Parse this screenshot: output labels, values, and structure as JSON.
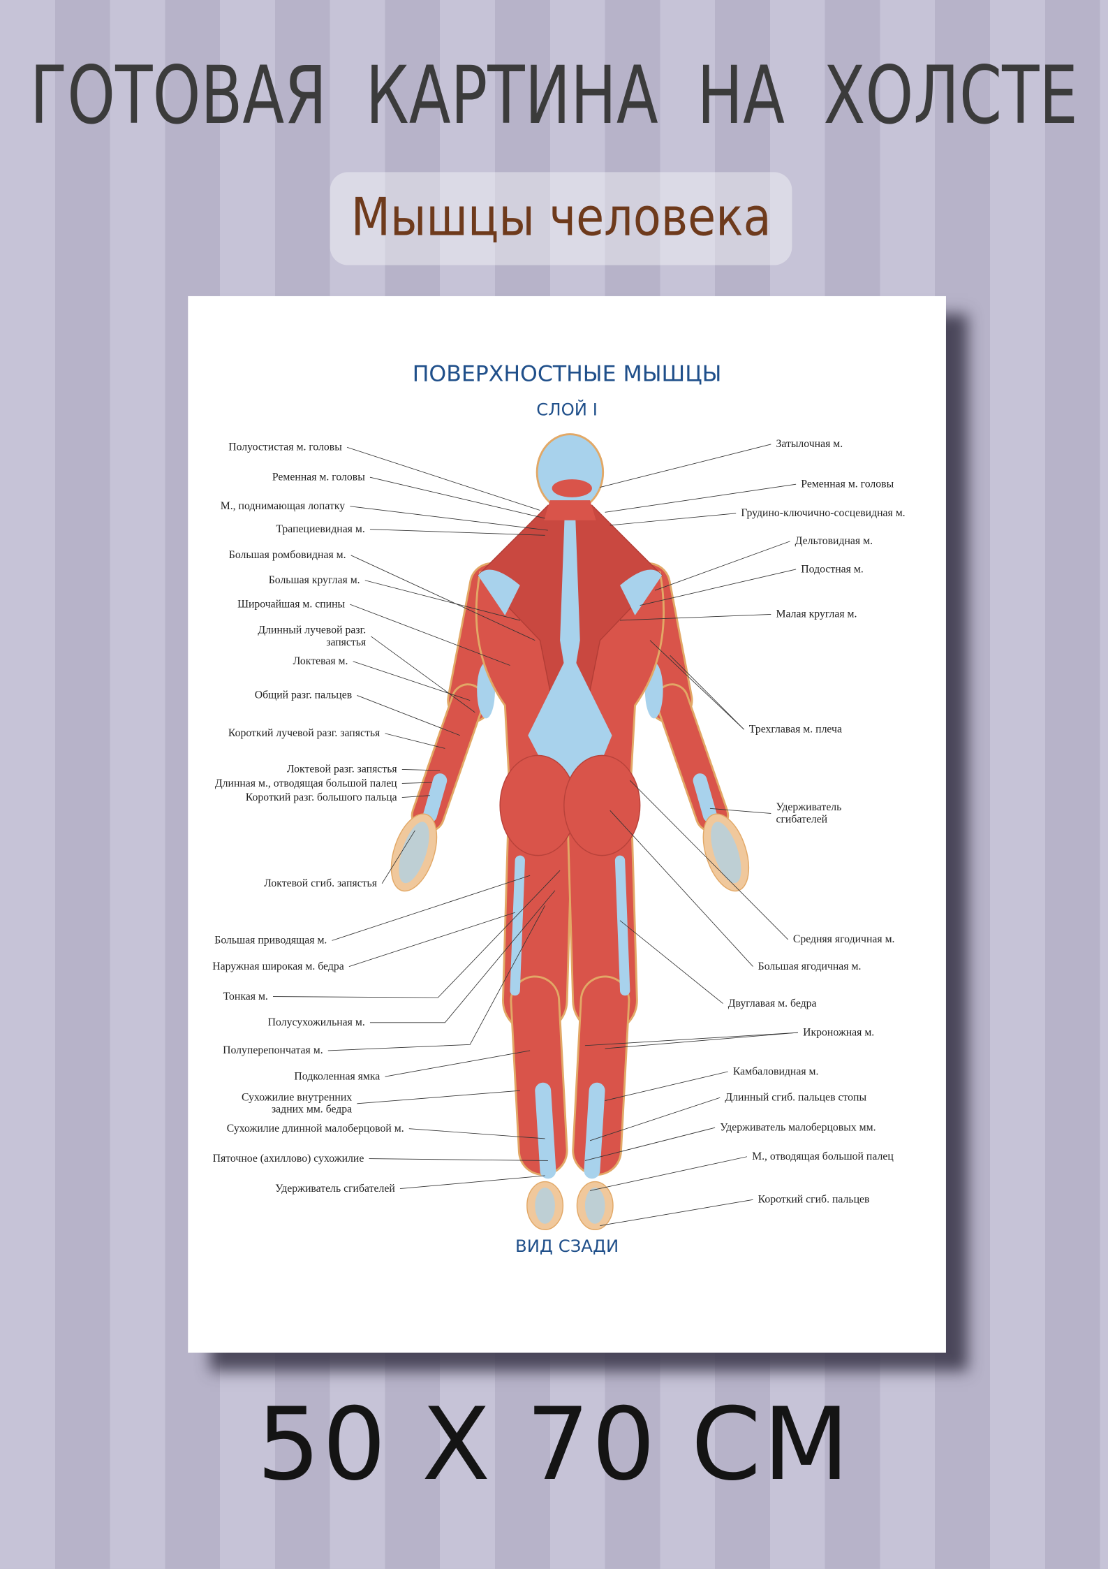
{
  "header": {
    "title": "ГОТОВАЯ  КАРТИНА  НА  ХОЛСТЕ",
    "subtitle": "Мышцы человека"
  },
  "poster": {
    "title": "ПОВЕРХНОСТНЫЕ МЫШЦЫ",
    "layer": "СЛОЙ I",
    "view": "ВИД СЗАДИ",
    "left_labels": [
      "Полуостистая м. головы",
      "Ременная м. головы",
      "М., поднимающая лопатку",
      "Трапециевидная м.",
      "Большая ромбовидная м.",
      "Большая круглая м.",
      "Широчайшая м. спины",
      "Длинный лучевой разг.\nзапястья",
      "Локтевая м.",
      "Общий разг. пальцев",
      "Короткий лучевой разг. запястья",
      "Локтевой разг. запястья",
      "Длинная м., отводящая большой палец",
      "Короткий разг. большого пальца",
      "Локтевой сгиб. запястья",
      "Большая приводящая м.",
      "Наружная широкая м. бедра",
      "Тонкая м.",
      "Полусухожильная м.",
      "Полуперепончатая м.",
      "Подколенная ямка",
      "Сухожилие внутренних\nзадних мм. бедра",
      "Сухожилие длинной малоберцовой м.",
      "Пяточное (ахиллово) сухожилие",
      "Удерживатель сгибателей"
    ],
    "right_labels": [
      "Затылочная м.",
      "Ременная м. головы",
      "Грудино-ключично-сосцевидная м.",
      "Дельтовидная м.",
      "Подостная м.",
      "Малая круглая м.",
      "Трехглавая м. плеча",
      "Удерживатель\nсгибателей",
      "Средняя ягодичная м.",
      "Большая ягодичная м.",
      "Двуглавая м. бедра",
      "Икроножная м.",
      "Камбаловидная м.",
      "Длинный сгиб. пальцев стопы",
      "Удерживатель малоберцовых мм.",
      "М., отводящая большой палец",
      "Короткий сгиб. пальцев"
    ]
  },
  "footer": {
    "size": "50 X 70 СМ"
  },
  "colors": {
    "muscle": "#d9544a",
    "tendon": "#a8d2ec",
    "title_blue": "#1f4f8a",
    "subtitle_brown": "#6e3a1c"
  }
}
